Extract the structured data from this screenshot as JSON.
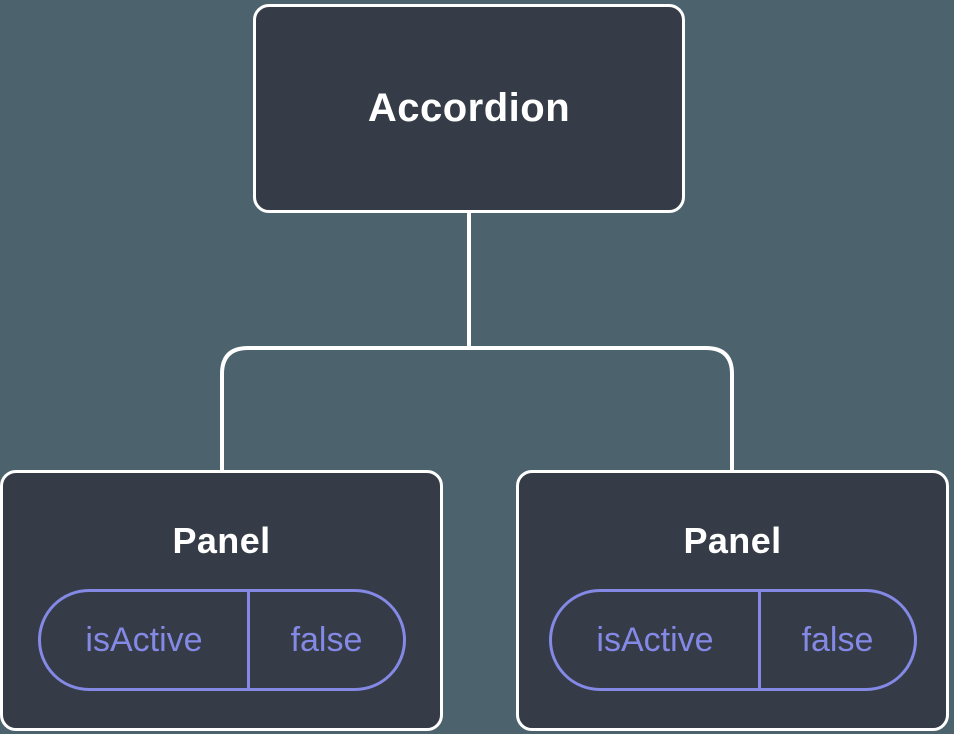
{
  "colors": {
    "background": "#4C636E",
    "node-fill": "#353B47",
    "node-border": "#FFFFFF",
    "connector": "#FFFFFF",
    "accent": "#8489E6",
    "text": "#FFFFFF"
  },
  "diagram": {
    "type": "component-tree",
    "root": {
      "label": "Accordion"
    },
    "children": [
      {
        "label": "Panel",
        "prop": {
          "name": "isActive",
          "value": "false"
        }
      },
      {
        "label": "Panel",
        "prop": {
          "name": "isActive",
          "value": "false"
        }
      }
    ]
  }
}
